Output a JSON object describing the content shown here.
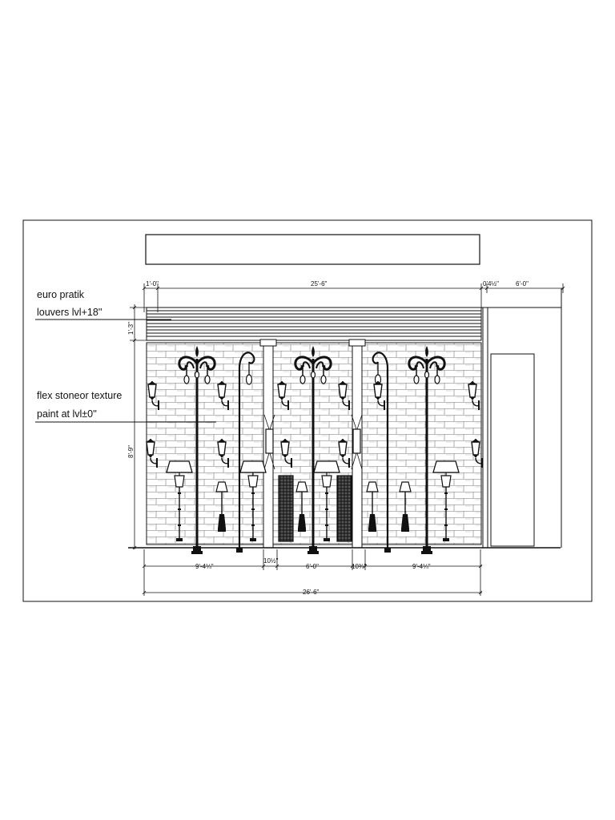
{
  "labels": {
    "louver_note_line1": "euro pratik",
    "louver_note_line2": "louvers lvl+18''",
    "texture_note_line1": "flex stoneor texture",
    "texture_note_line2": "paint at lvl±0''"
  },
  "dimensions": {
    "top_left": "1'-0\"",
    "top_main": "25'-6\"",
    "top_small": "0'4½\"",
    "top_right": "6'-0\"",
    "left_louver": "1'-3\"",
    "left_height": "8'-9\"",
    "bottom_seg1": "9'-4¼\"",
    "bottom_col1": "10½\"",
    "bottom_mid": "6'-0\"",
    "bottom_col2": "10¾\"",
    "bottom_seg3": "9'-4¼\"",
    "bottom_total": "26'-6\""
  }
}
